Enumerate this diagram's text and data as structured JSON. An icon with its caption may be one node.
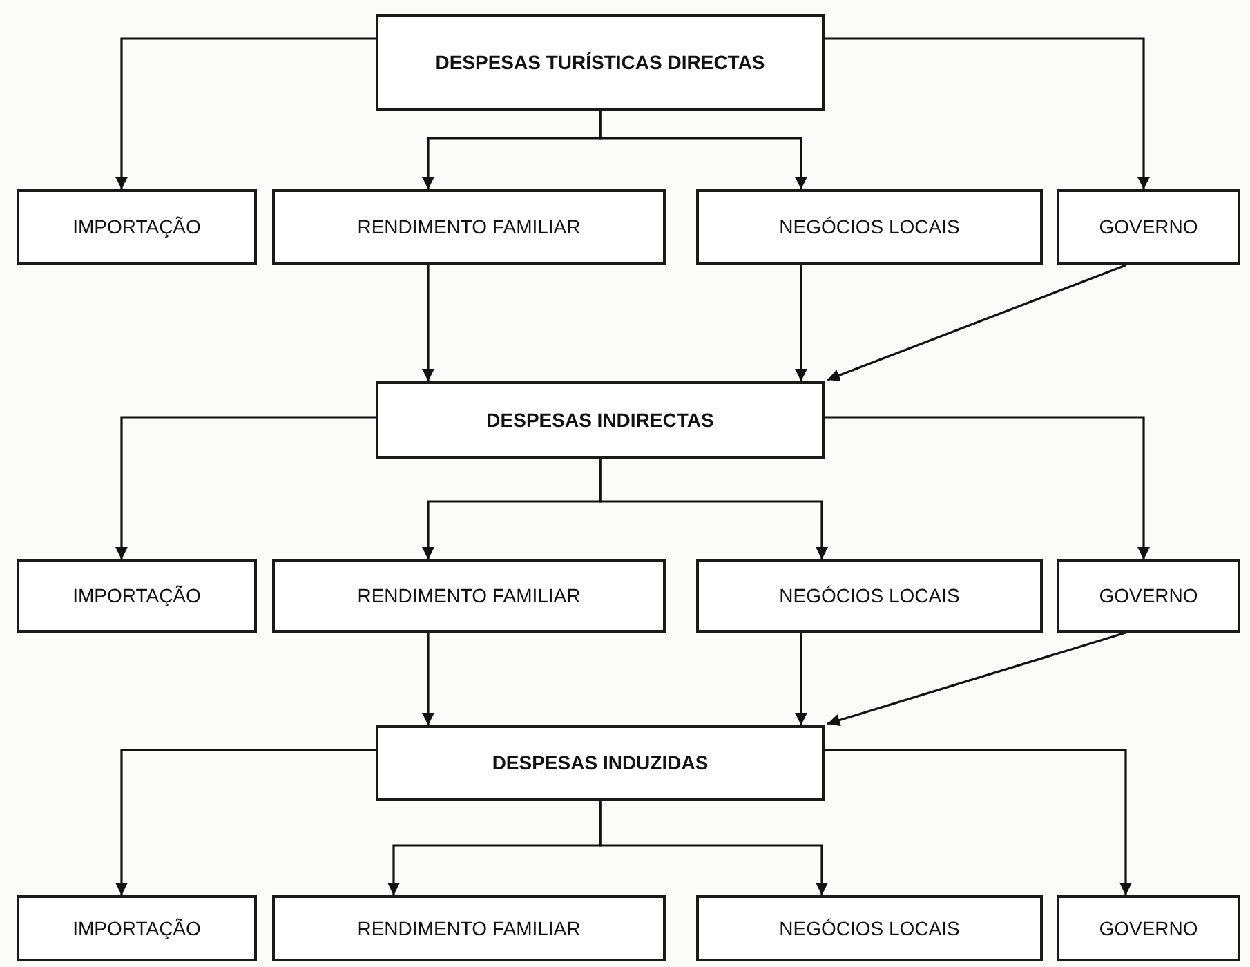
{
  "diagram": {
    "nodes": [
      {
        "text": [
          "DESPESAS TURÍSTICAS DIRECTAS"
        ]
      },
      {
        "text": [
          "IMPORTAÇÃO"
        ]
      },
      {
        "text": [
          "RENDIMENTO FAMILIAR"
        ]
      },
      {
        "text": [
          "NEGÓCIOS LOCAIS"
        ]
      },
      {
        "text": [
          "GOVERNO"
        ]
      },
      {
        "text": [
          "DESPESAS INDIRECTAS"
        ]
      },
      {
        "text": [
          "IMPORTAÇÃO"
        ]
      },
      {
        "text": [
          "RENDIMENTO FAMILIAR"
        ]
      },
      {
        "text": [
          "NEGÓCIOS LOCAIS"
        ]
      },
      {
        "text": [
          "GOVERNO"
        ]
      },
      {
        "text": [
          "DESPESAS INDUZIDAS"
        ]
      },
      {
        "text": [
          "IMPORTAÇÃO"
        ]
      },
      {
        "text": [
          "RENDIMENTO FAMILIAR"
        ]
      },
      {
        "text": [
          "NEGÓCIOS LOCAIS"
        ]
      },
      {
        "text": [
          "GOVERNO"
        ]
      }
    ],
    "edges": [
      {
        "from": 0,
        "to": 1,
        "arrow": "to"
      },
      {
        "from": 0,
        "to": 2,
        "arrow": "to"
      },
      {
        "from": 0,
        "to": 3,
        "arrow": "to"
      },
      {
        "from": 0,
        "to": 4,
        "arrow": "to"
      },
      {
        "from": 2,
        "to": 5,
        "arrow": "to"
      },
      {
        "from": 3,
        "to": 5,
        "arrow": "to"
      },
      {
        "from": 4,
        "to": 5,
        "arrow": "to"
      },
      {
        "from": 5,
        "to": 6,
        "arrow": "to"
      },
      {
        "from": 5,
        "to": 7,
        "arrow": "to"
      },
      {
        "from": 5,
        "to": 8,
        "arrow": "to"
      },
      {
        "from": 5,
        "to": 9,
        "arrow": "to"
      },
      {
        "from": 7,
        "to": 10,
        "arrow": "to"
      },
      {
        "from": 8,
        "to": 10,
        "arrow": "to"
      },
      {
        "from": 9,
        "to": 10,
        "arrow": "to"
      },
      {
        "from": 10,
        "to": 11,
        "arrow": "to"
      },
      {
        "from": 10,
        "to": 12,
        "arrow": "to"
      },
      {
        "from": 10,
        "to": 13,
        "arrow": "to"
      },
      {
        "from": 10,
        "to": 14,
        "arrow": "to"
      }
    ]
  }
}
